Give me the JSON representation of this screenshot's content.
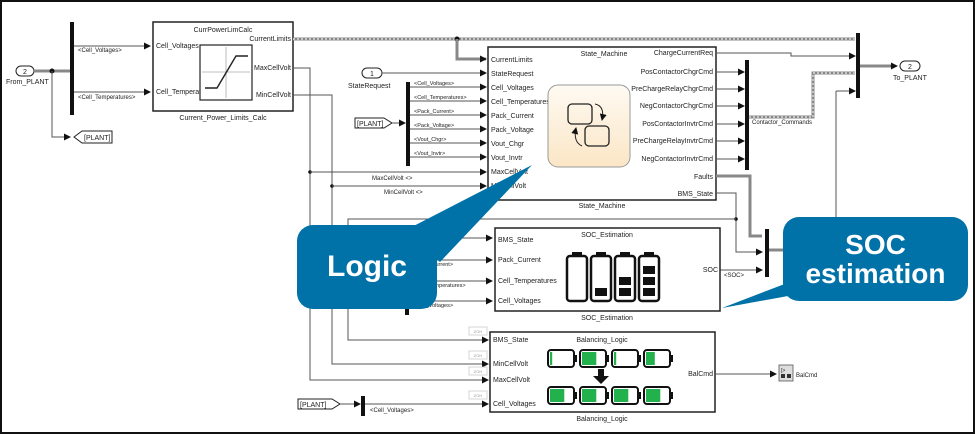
{
  "ports": {
    "from_plant": {
      "number": "2",
      "label": "From_PLANT"
    },
    "to_plant": {
      "number": "2",
      "label": "To_PLANT"
    },
    "state_request": {
      "number": "1",
      "label": "StateRequest"
    }
  },
  "goto_tags": {
    "plant_goto": "[PLANT]",
    "plant_from_1": "[PLANT]",
    "plant_from_2": "[PLANT]"
  },
  "bus_signals": {
    "cell_voltages": "<Cell_Voltages>",
    "cell_temperatures": "<Cell_Temperatures>",
    "sm_inputs": [
      "<Cell_Voltages>",
      "<Cell_Temperatures>",
      "<Pack_Current>",
      "<Pack_Voltage>",
      "<Vout_Chgr>",
      "<Vout_Invtr>"
    ],
    "max_cell_volt": "MaxCellVolt <>",
    "min_cell_volt": "MinCellVolt <>",
    "soc_inputs": [
      "<Pack_Current>",
      "<Cell_Temperatures>",
      "<Cell_Voltages>"
    ],
    "soc_out": "<SOC>",
    "bal_cell_voltages": "<Cell_Voltages>",
    "contactor_commands": "Contactor_Commands",
    "bal_cmd": "BalCmd"
  },
  "blocks": {
    "power_limits": {
      "title": "CurrPowerLimCalc",
      "caption": "Current_Power_Limits_Calc",
      "inputs": [
        "Cell_Voltages",
        "Cell_Temperat"
      ],
      "outputs": [
        "CurrentLimits",
        "MaxCellVolt",
        "MinCellVolt"
      ]
    },
    "state_machine": {
      "title": "State_Machine",
      "caption": "State_Machine",
      "inputs": [
        "CurrentLimits",
        "StateRequest",
        "Cell_Voltages",
        "Cell_Temperatures",
        "Pack_Current",
        "Pack_Voltage",
        "Vout_Chgr",
        "Vout_Invtr",
        "MaxCellVolt",
        "MinCellVolt"
      ],
      "outputs": [
        "ChargeCurrentReq",
        "PosContactorChgrCmd",
        "PreChargeRelayChgrCmd",
        "NegContactorChgrCmd",
        "PosContactorInvtrCmd",
        "PreChargeRelayInvtrCmd",
        "NegContactorInvtrCmd",
        "Faults",
        "BMS_State"
      ]
    },
    "soc_estimation": {
      "title": "SOC_Estimation",
      "caption": "SOC_Estimation",
      "inputs": [
        "BMS_State",
        "Pack_Current",
        "Cell_Temperatures",
        "Cell_Voltages"
      ],
      "outputs": [
        "SOC"
      ],
      "battery_levels": [
        0,
        1,
        2,
        3
      ]
    },
    "balancing": {
      "title": "Balancing_Logic",
      "caption": "Balancing_Logic",
      "inputs": [
        "BMS_State",
        "MinCellVolt",
        "MaxCellVolt",
        "Cell_Voltages"
      ],
      "outputs": [
        "BalCmd"
      ],
      "zoh_label": "ZOH",
      "before_levels": [
        0.1,
        0.65,
        0.1,
        0.4
      ],
      "after_levels": [
        0.65,
        0.65,
        0.65,
        0.65
      ]
    }
  },
  "callouts": {
    "logic": "Logic",
    "soc": "SOC estimation"
  },
  "colors": {
    "callout": "#0072a8",
    "battery_green": "#22b14c",
    "stateflow_fill": "#fdf0dc"
  }
}
